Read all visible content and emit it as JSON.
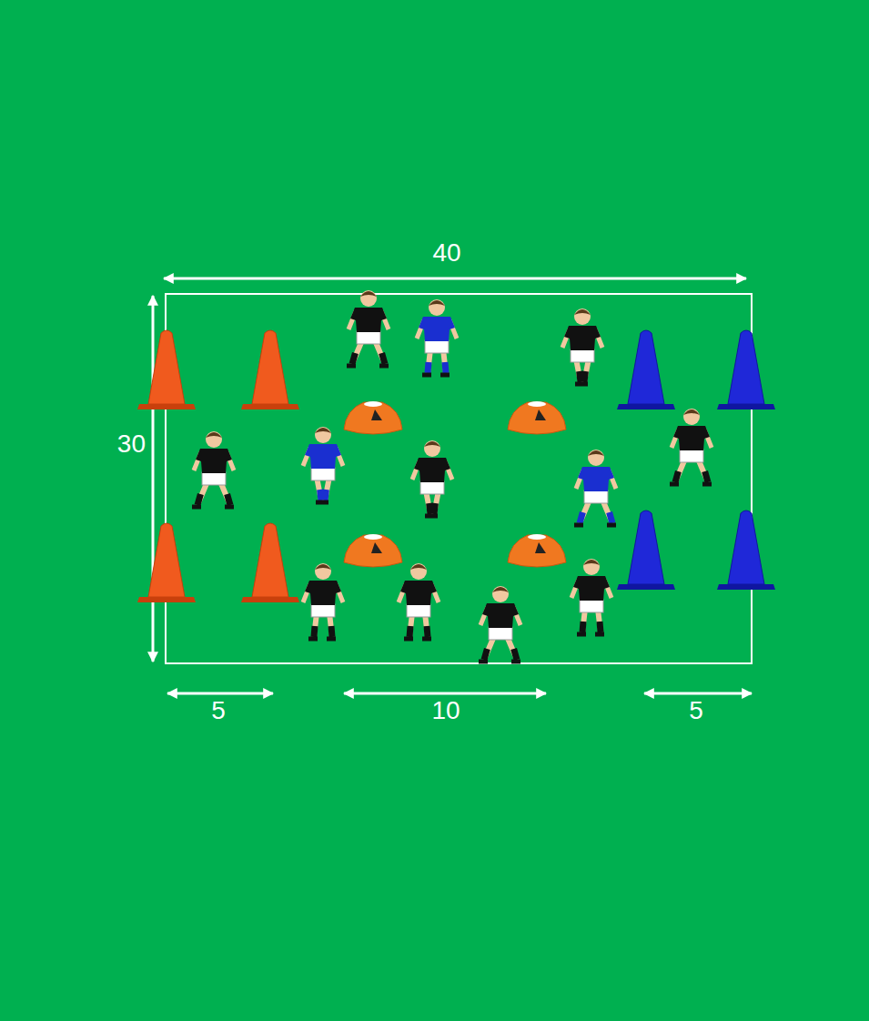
{
  "diagram": {
    "labels": [
      "40",
      "30",
      "5",
      "10",
      "5"
    ]
  }
}
